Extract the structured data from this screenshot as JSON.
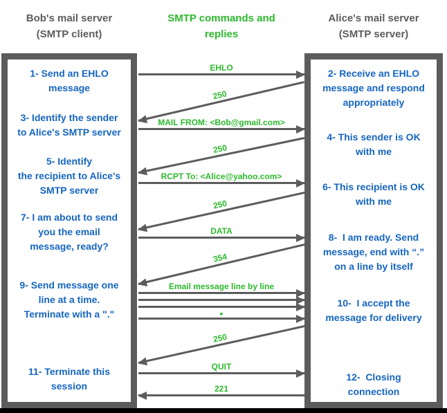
{
  "header": {
    "left": {
      "line1": "Bob's mail server",
      "line2": "(SMTP client)"
    },
    "center": {
      "line1": "SMTP commands and",
      "line2": "replies"
    },
    "right": {
      "line1": "Alice's mail server",
      "line2": "(SMTP server)"
    }
  },
  "left_box": {
    "role": "SMTP client",
    "items": [
      {
        "lines": [
          "1- Send an EHLO",
          "message"
        ]
      },
      {
        "lines": [
          "3- Identify the sender",
          "to Alice's SMTP server"
        ]
      },
      {
        "lines": [
          "5- Identify",
          "the recipient to Alice's",
          "SMTP server"
        ]
      },
      {
        "lines": [
          "7- I am about to send",
          "you the email",
          "message, ready?"
        ]
      },
      {
        "lines": [
          "9- Send message one",
          "line at a time.",
          "Terminate with a \".\""
        ]
      },
      {
        "lines": [
          "11- Terminate this",
          "session"
        ]
      }
    ]
  },
  "right_box": {
    "role": "SMTP server",
    "items": [
      {
        "lines": [
          "2- Receive an EHLO",
          "message and respond",
          "appropriately"
        ]
      },
      {
        "lines": [
          "4- This sender is OK",
          "with me"
        ]
      },
      {
        "lines": [
          "6- This recipient is OK",
          "with me"
        ]
      },
      {
        "lines": [
          "8-  I am ready. Send",
          "message, end with “.”",
          "on a line by itself"
        ]
      },
      {
        "lines": [
          "10-  I accept the",
          "message for delivery"
        ]
      },
      {
        "lines": [
          "12-  Closing",
          "connection"
        ]
      }
    ]
  },
  "arrows": [
    {
      "label": "EHLO",
      "direction": "right"
    },
    {
      "label": "250",
      "direction": "left"
    },
    {
      "label": "MAIL FROM: <Bob@gmail.com>",
      "direction": "right"
    },
    {
      "label": "250",
      "direction": "left"
    },
    {
      "label": "RCPT To: <Alice@yahoo.com>",
      "direction": "right"
    },
    {
      "label": "250",
      "direction": "left"
    },
    {
      "label": "DATA",
      "direction": "right"
    },
    {
      "label": "354",
      "direction": "left"
    },
    {
      "label": "Email message line by line",
      "direction": "right"
    },
    {
      "label": "",
      "direction": "right"
    },
    {
      "label": "",
      "direction": "right"
    },
    {
      "label": "▪",
      "direction": "right"
    },
    {
      "label": "250",
      "direction": "left"
    },
    {
      "label": "QUIT",
      "direction": "right"
    },
    {
      "label": "221",
      "direction": "left"
    }
  ],
  "colors": {
    "step_text_blue": "#1565c0",
    "command_green": "#2db92d",
    "frame_gray": "#5c5c5c",
    "bottom_bar_black": "#000000"
  }
}
